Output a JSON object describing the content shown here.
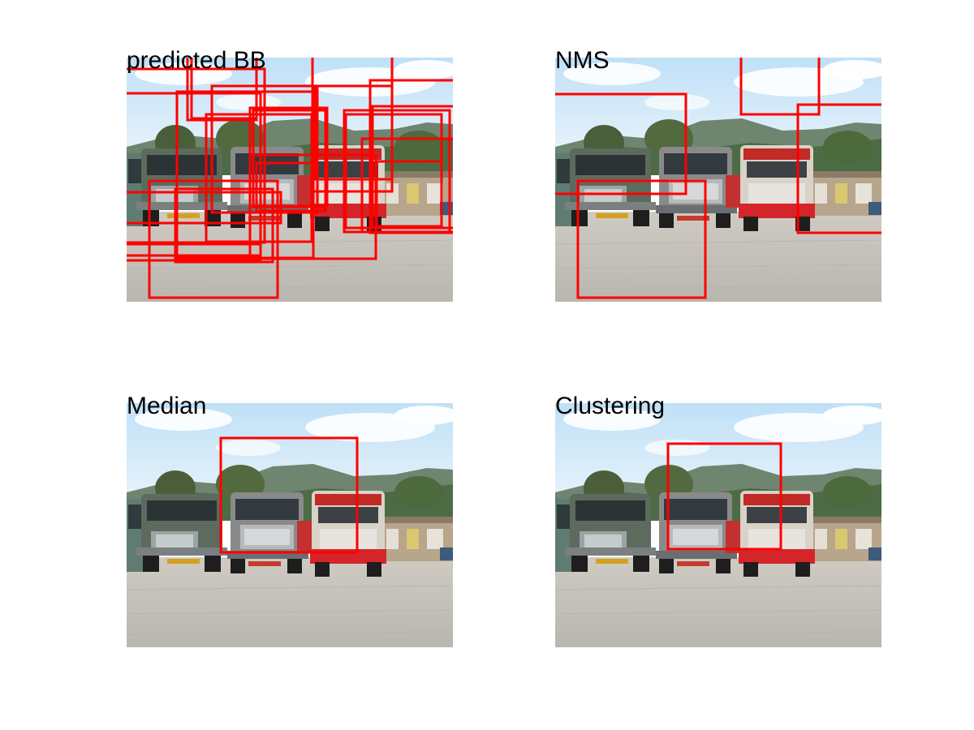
{
  "panels": [
    {
      "title": "predicted BB"
    },
    {
      "title": "NMS"
    },
    {
      "title": "Median"
    },
    {
      "title": "Clustering"
    }
  ],
  "colors": {
    "box": "#ff0000",
    "sky": "#cfe6f5",
    "ground": "#c9c6c0",
    "mountain": "#6d7f6a"
  },
  "icons": {
    "scene": "bus-depot-photo"
  }
}
